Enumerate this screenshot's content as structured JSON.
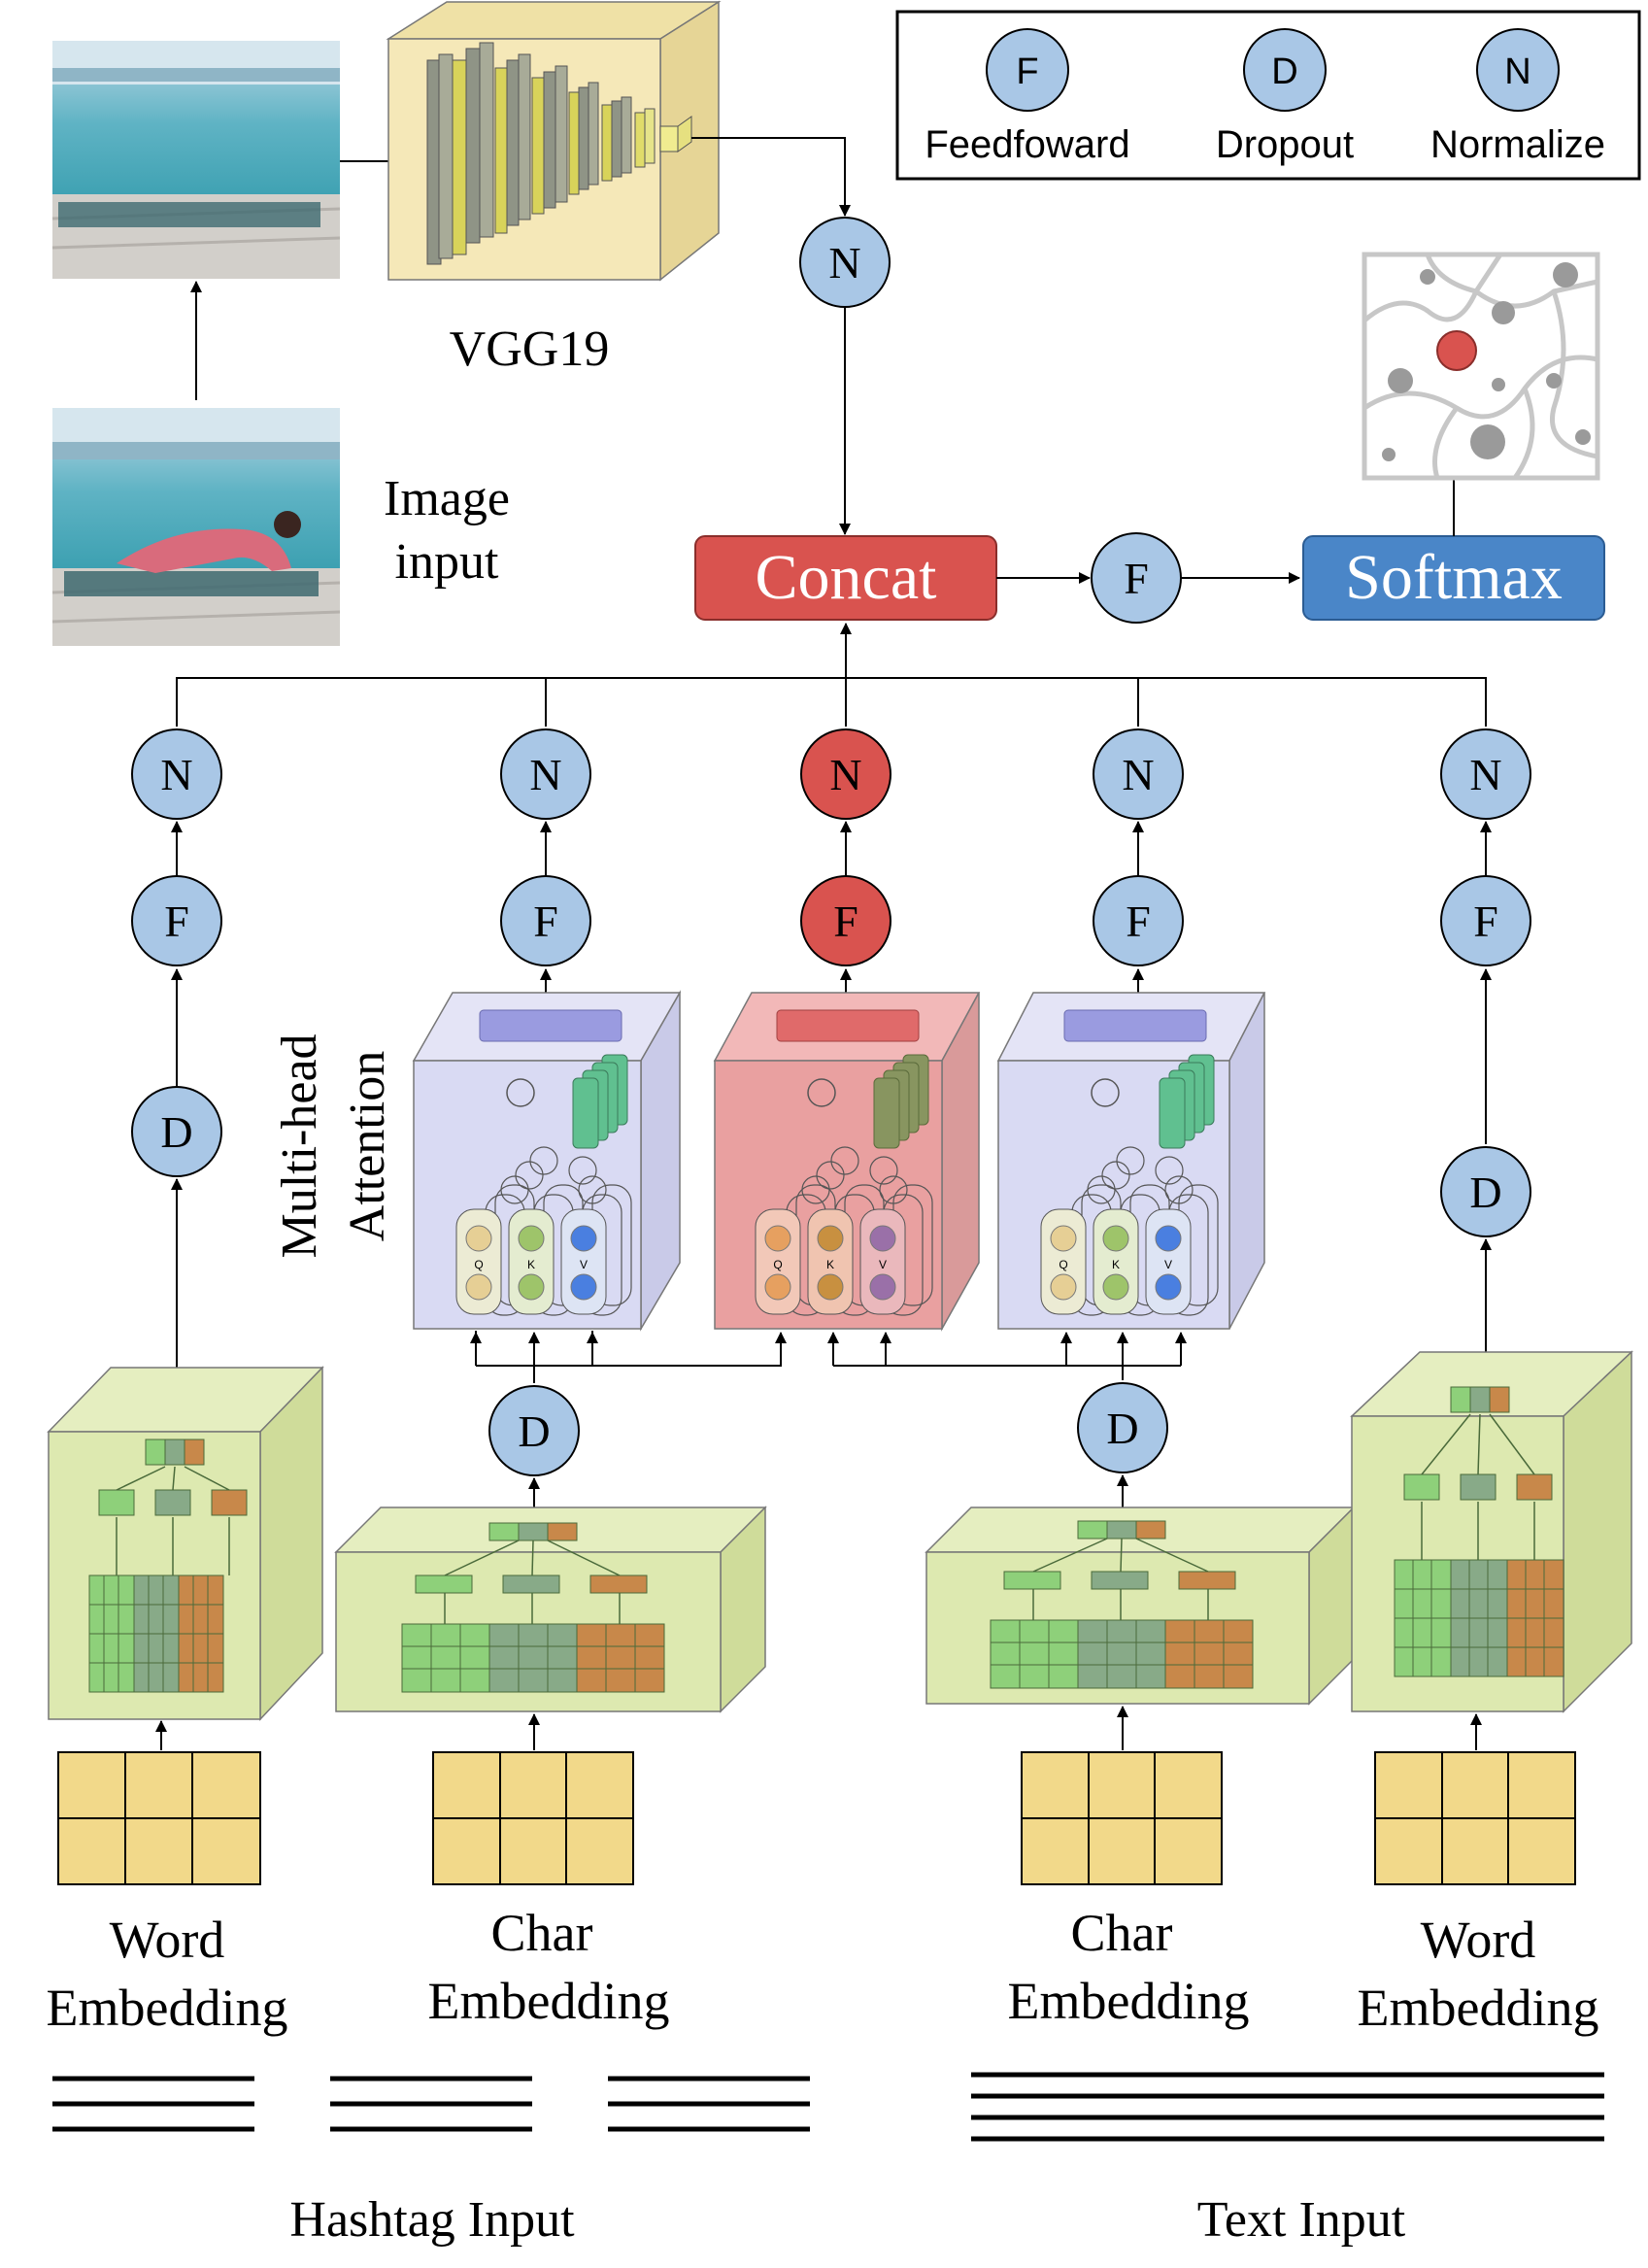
{
  "legend": {
    "feedforward_symbol": "F",
    "feedforward_label": "Feedfoward",
    "dropout_symbol": "D",
    "dropout_label": "Dropout",
    "normalize_symbol": "N",
    "normalize_label": "Normalize"
  },
  "image_branch": {
    "vgg_label": "VGG19",
    "image_input_line1": "Image",
    "image_input_line2": "input",
    "normalize_symbol": "N"
  },
  "fusion": {
    "concat_label": "Concat",
    "feedforward_symbol": "F",
    "softmax_label": "Softmax"
  },
  "branches": {
    "hashtag_word": {
      "normalize": "N",
      "feedforward": "F",
      "dropout": "D",
      "label_line1": "Word",
      "label_line2": "Embedding"
    },
    "hashtag_char": {
      "normalize": "N",
      "feedforward": "F",
      "dropout": "D",
      "label_line1": "Char",
      "label_line2": "Embedding"
    },
    "center": {
      "normalize": "N",
      "feedforward": "F"
    },
    "text_char": {
      "normalize": "N",
      "feedforward": "F",
      "dropout": "D",
      "label_line1": "Char",
      "label_line2": "Embedding"
    },
    "text_word": {
      "normalize": "N",
      "feedforward": "F",
      "dropout": "D",
      "label_line1": "Word",
      "label_line2": "Embedding"
    }
  },
  "attention": {
    "label_line1": "Multi-head",
    "label_line2": "Attention",
    "q_label": "Q",
    "k_label": "K",
    "v_label": "V"
  },
  "inputs": {
    "hashtag_label": "Hashtag Input",
    "text_label": "Text Input"
  },
  "colors": {
    "node_blue": "#a9c7e6",
    "node_red": "#d9534f",
    "concat_red": "#d9534f",
    "softmax_blue": "#4a86c8",
    "embed_yellow": "#f2d98a",
    "box_green": "#dde9b0",
    "attn_lavender": "#d9daf3",
    "attn_pink": "#e9a0a0",
    "vgg_tan": "#f5e8b8"
  }
}
